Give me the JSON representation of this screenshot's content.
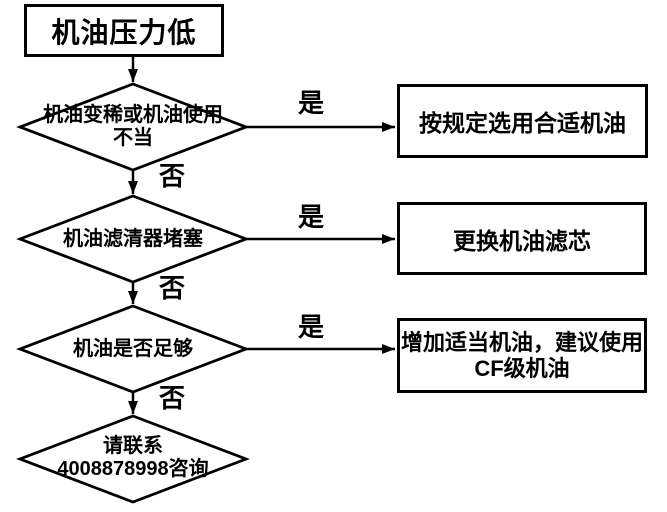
{
  "colors": {
    "line": "#000000",
    "background": "#ffffff",
    "text": "#000000"
  },
  "labels": {
    "yes": "是",
    "no": "否"
  },
  "nodes": {
    "start": {
      "text": "机油压力低"
    },
    "decision1": {
      "line1": "机油变稀或机油使用",
      "line2": "不当"
    },
    "decision2": {
      "text": "机油滤清器堵塞"
    },
    "decision3": {
      "text": "机油是否足够"
    },
    "decision4": {
      "line1": "请联系",
      "line2": "4008878998咨询"
    },
    "action1": {
      "text": "按规定选用合适机油"
    },
    "action2": {
      "text": "更换机油滤芯"
    },
    "action3": {
      "line1": "增加适当机油，建议使用",
      "line2": "CF级机油"
    }
  }
}
